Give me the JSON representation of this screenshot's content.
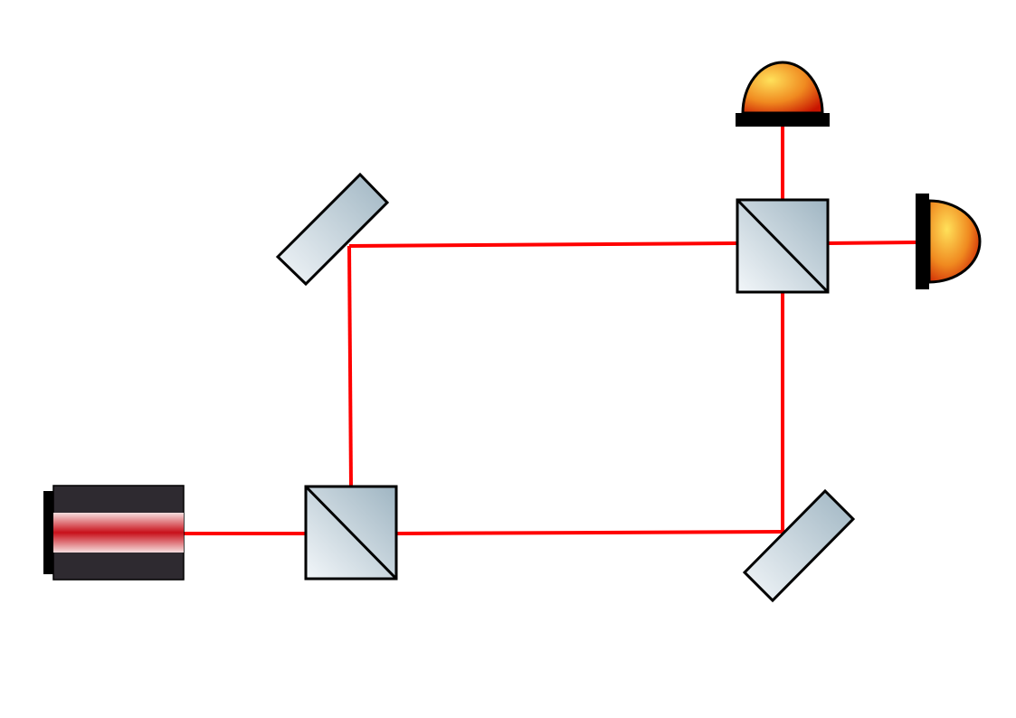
{
  "diagram": {
    "components": [
      {
        "id": "laser",
        "type": "laser-source",
        "icon": "laser-icon"
      },
      {
        "id": "beam-splitter-1",
        "type": "beam-splitter",
        "icon": "beam-splitter-icon"
      },
      {
        "id": "mirror-1",
        "type": "mirror",
        "icon": "mirror-icon"
      },
      {
        "id": "mirror-2",
        "type": "mirror",
        "icon": "mirror-icon"
      },
      {
        "id": "beam-splitter-2",
        "type": "beam-splitter",
        "icon": "beam-splitter-icon"
      },
      {
        "id": "detector-1",
        "type": "photodetector",
        "icon": "detector-icon"
      },
      {
        "id": "detector-2",
        "type": "photodetector",
        "icon": "detector-icon"
      }
    ],
    "beam_color": "#ff0000",
    "connections": [
      [
        "laser",
        "beam-splitter-1"
      ],
      [
        "beam-splitter-1",
        "mirror-1"
      ],
      [
        "beam-splitter-1",
        "mirror-2"
      ],
      [
        "mirror-1",
        "beam-splitter-2"
      ],
      [
        "mirror-2",
        "beam-splitter-2"
      ],
      [
        "beam-splitter-2",
        "detector-1"
      ],
      [
        "beam-splitter-2",
        "detector-2"
      ]
    ],
    "colors": {
      "laser_body": "#2e2a30",
      "laser_core": "#c8101a",
      "optic_fill_light": "#eef3f7",
      "optic_fill_dark": "#9fb5c2",
      "detector_light": "#ffdd55",
      "detector_dark": "#c81400",
      "outline": "#000000"
    }
  }
}
